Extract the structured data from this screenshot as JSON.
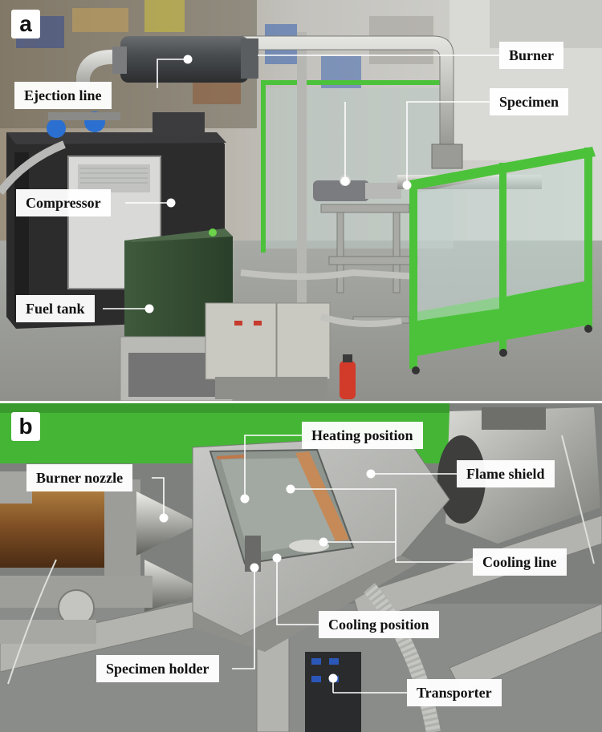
{
  "panel_a": {
    "letter": "a",
    "labels": {
      "burner": "Burner",
      "ejection_line": "Ejection line",
      "specimen": "Specimen",
      "compressor": "Compressor",
      "fuel_tank": "Fuel tank"
    }
  },
  "panel_b": {
    "letter": "b",
    "labels": {
      "heating_position": "Heating position",
      "burner_nozzle": "Burner nozzle",
      "flame_shield": "Flame shield",
      "cooling_line": "Cooling line",
      "cooling_position": "Cooling position",
      "specimen_holder": "Specimen holder",
      "transporter": "Transporter"
    }
  },
  "colors": {
    "label_background": "#ffffff",
    "label_text": "#111111",
    "leader_line": "#ffffff",
    "frame_green": "#4cc23a"
  }
}
